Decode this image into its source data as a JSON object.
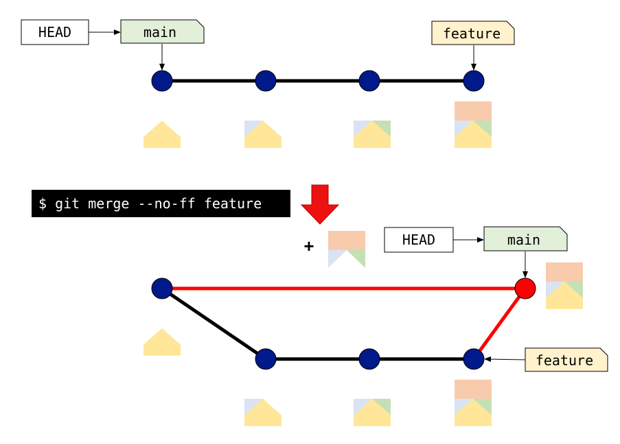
{
  "before": {
    "head_label": "HEAD",
    "main_label": "main",
    "feature_label": "feature"
  },
  "command": "$ git merge --no-ff feature",
  "plus_sign": "+",
  "after": {
    "head_label": "HEAD",
    "main_label": "main",
    "feature_label": "feature"
  },
  "colors": {
    "commit": "#001a8c",
    "merge_commit": "#ff0000",
    "merge_edge": "#ff0000",
    "edge": "#000000",
    "main_label_bg": "#e2efd9",
    "feature_label_bg": "#fff2cc",
    "arrow": "#ee1111",
    "content_yellow": "#ffe699",
    "content_blue": "#dae3f3",
    "content_green": "#c5e0b4",
    "content_orange": "#f8cbad"
  }
}
